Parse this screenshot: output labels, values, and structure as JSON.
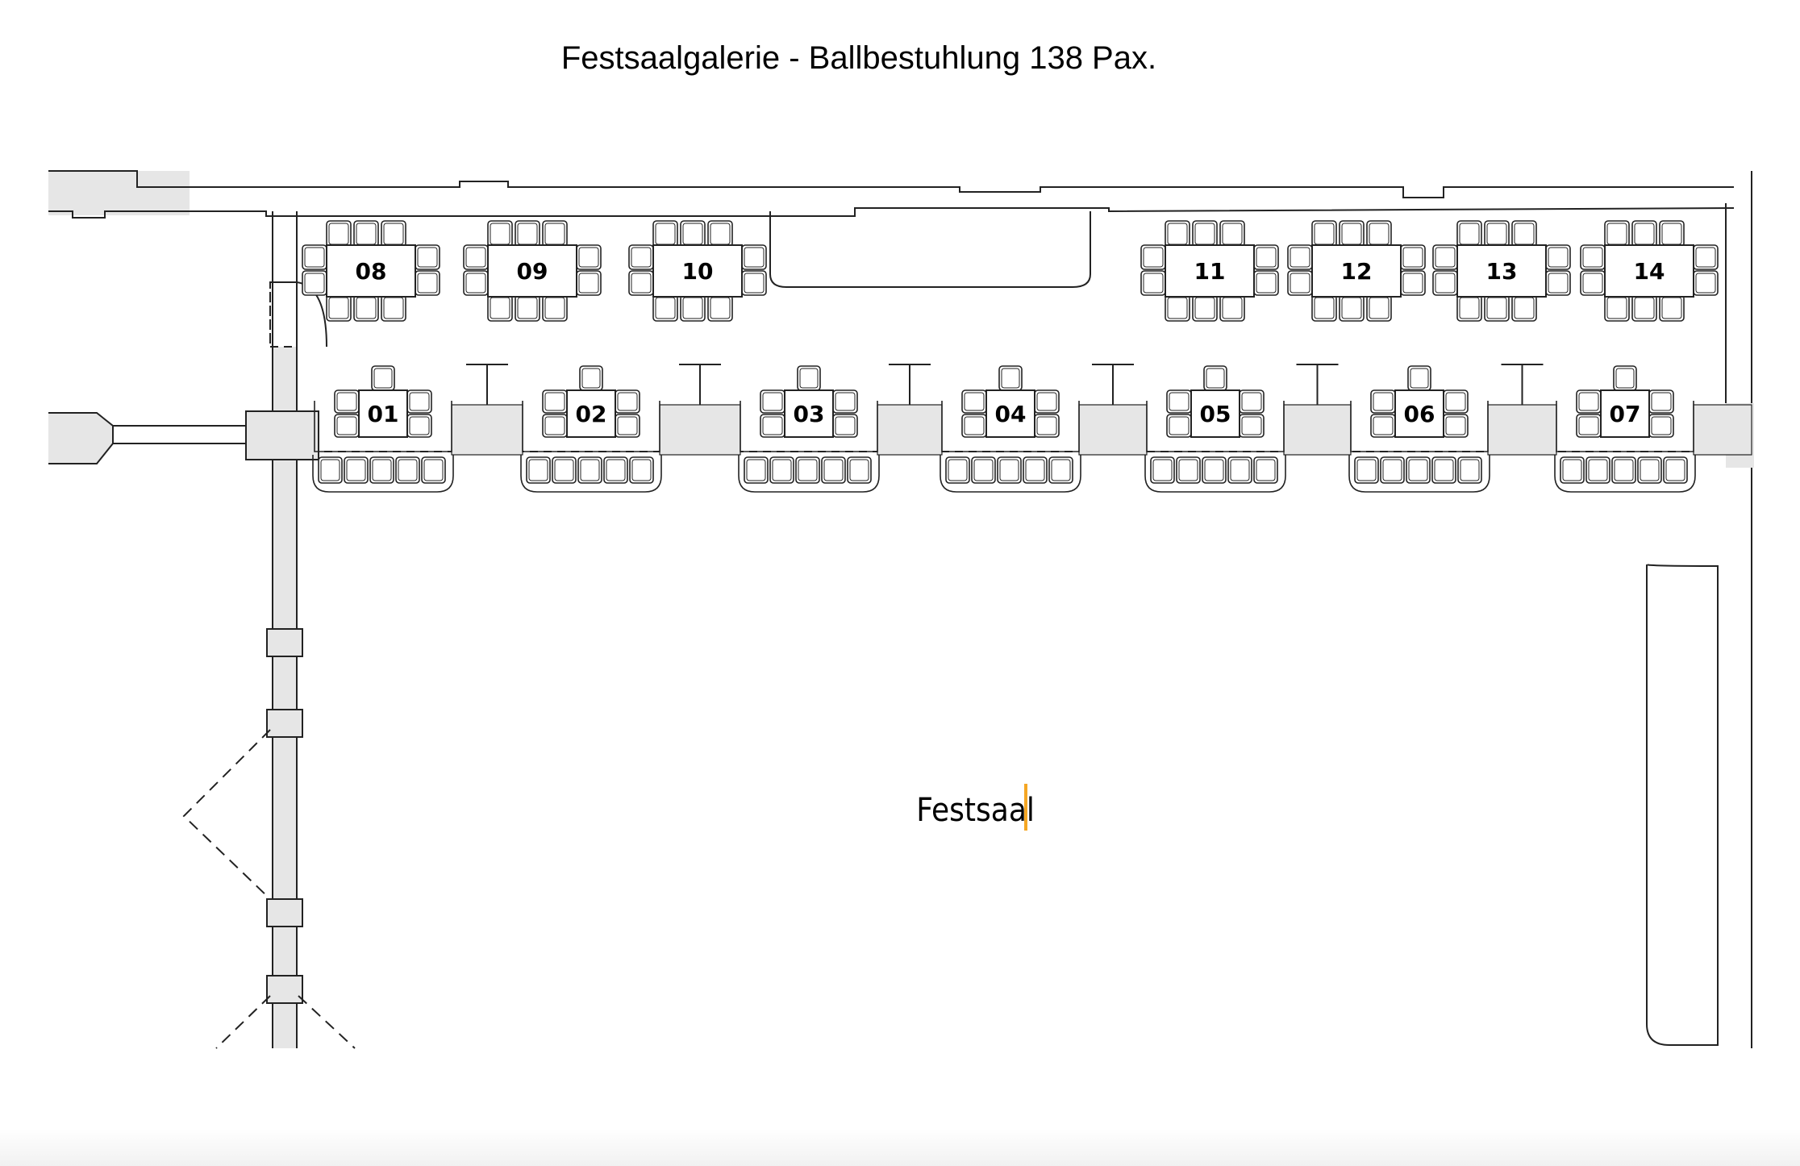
{
  "title": "Festsaalgalerie - Ballbestuhlung 138 Pax.",
  "room_label": "Festsaal",
  "colors": {
    "line": "#222222",
    "wall_fill": "#e6e6e6",
    "cursor": "#f5a623"
  },
  "tables_top": [
    {
      "id": "08"
    },
    {
      "id": "09"
    },
    {
      "id": "10"
    },
    {
      "id": "11"
    },
    {
      "id": "12"
    },
    {
      "id": "13"
    },
    {
      "id": "14"
    }
  ],
  "tables_bottom": [
    {
      "id": "01"
    },
    {
      "id": "02"
    },
    {
      "id": "03"
    },
    {
      "id": "04"
    },
    {
      "id": "05"
    },
    {
      "id": "06"
    },
    {
      "id": "07"
    }
  ]
}
